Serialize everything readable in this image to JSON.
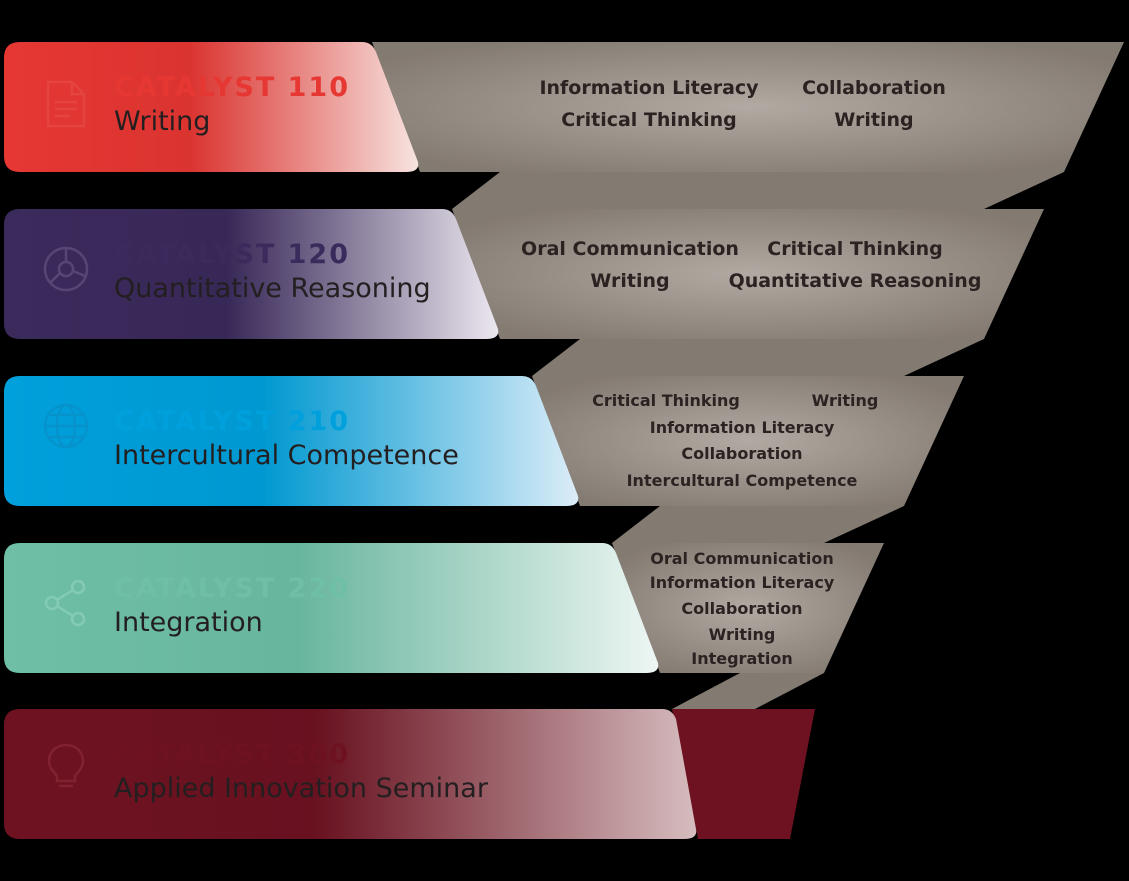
{
  "colors": {
    "background": "#000000",
    "funnel": "#837a72",
    "funnel_center": "#b2aaa2",
    "funnel_final": "#6e1221"
  },
  "courses": [
    {
      "code": "CATALYST 110",
      "title": "Writing",
      "icon": "document-icon",
      "color_start": "#e63733",
      "color_end": "#f7e4e0",
      "code_color": "#e63733"
    },
    {
      "code": "CATALYST 120",
      "title": "Quantitative Reasoning",
      "icon": "pie-chart-icon",
      "color_start": "#3b2a5c",
      "color_end": "#ece8f0",
      "code_color": "#3b2a5c"
    },
    {
      "code": "CATALYST 210",
      "title": "Intercultural Competence",
      "icon": "globe-icon",
      "color_start": "#00a0dc",
      "color_end": "#dcedf8",
      "code_color": "#00a0dc"
    },
    {
      "code": "CATALYST 220",
      "title": "Integration",
      "icon": "share-icon",
      "color_start": "#6ebfa6",
      "color_end": "#eef6f3",
      "code_color": "#6ebfa6"
    },
    {
      "code": "CATALYST 300",
      "title": "Applied Innovation Seminar",
      "icon": "lightbulb-icon",
      "color_start": "#6e1221",
      "color_end": "#d6bdbf",
      "code_color": "#6e1221"
    }
  ],
  "skills": [
    [
      "Information Literacy",
      "Collaboration",
      "Critical Thinking",
      "Writing"
    ],
    [
      "Oral Communication",
      "Critical Thinking",
      "Writing",
      "Quantitative Reasoning"
    ],
    [
      "Critical Thinking",
      "Writing",
      "Information Literacy",
      "Collaboration",
      "Intercultural Competence"
    ],
    [
      "Oral Communication",
      "Information Literacy",
      "Collaboration",
      "Writing",
      "Integration"
    ],
    []
  ]
}
